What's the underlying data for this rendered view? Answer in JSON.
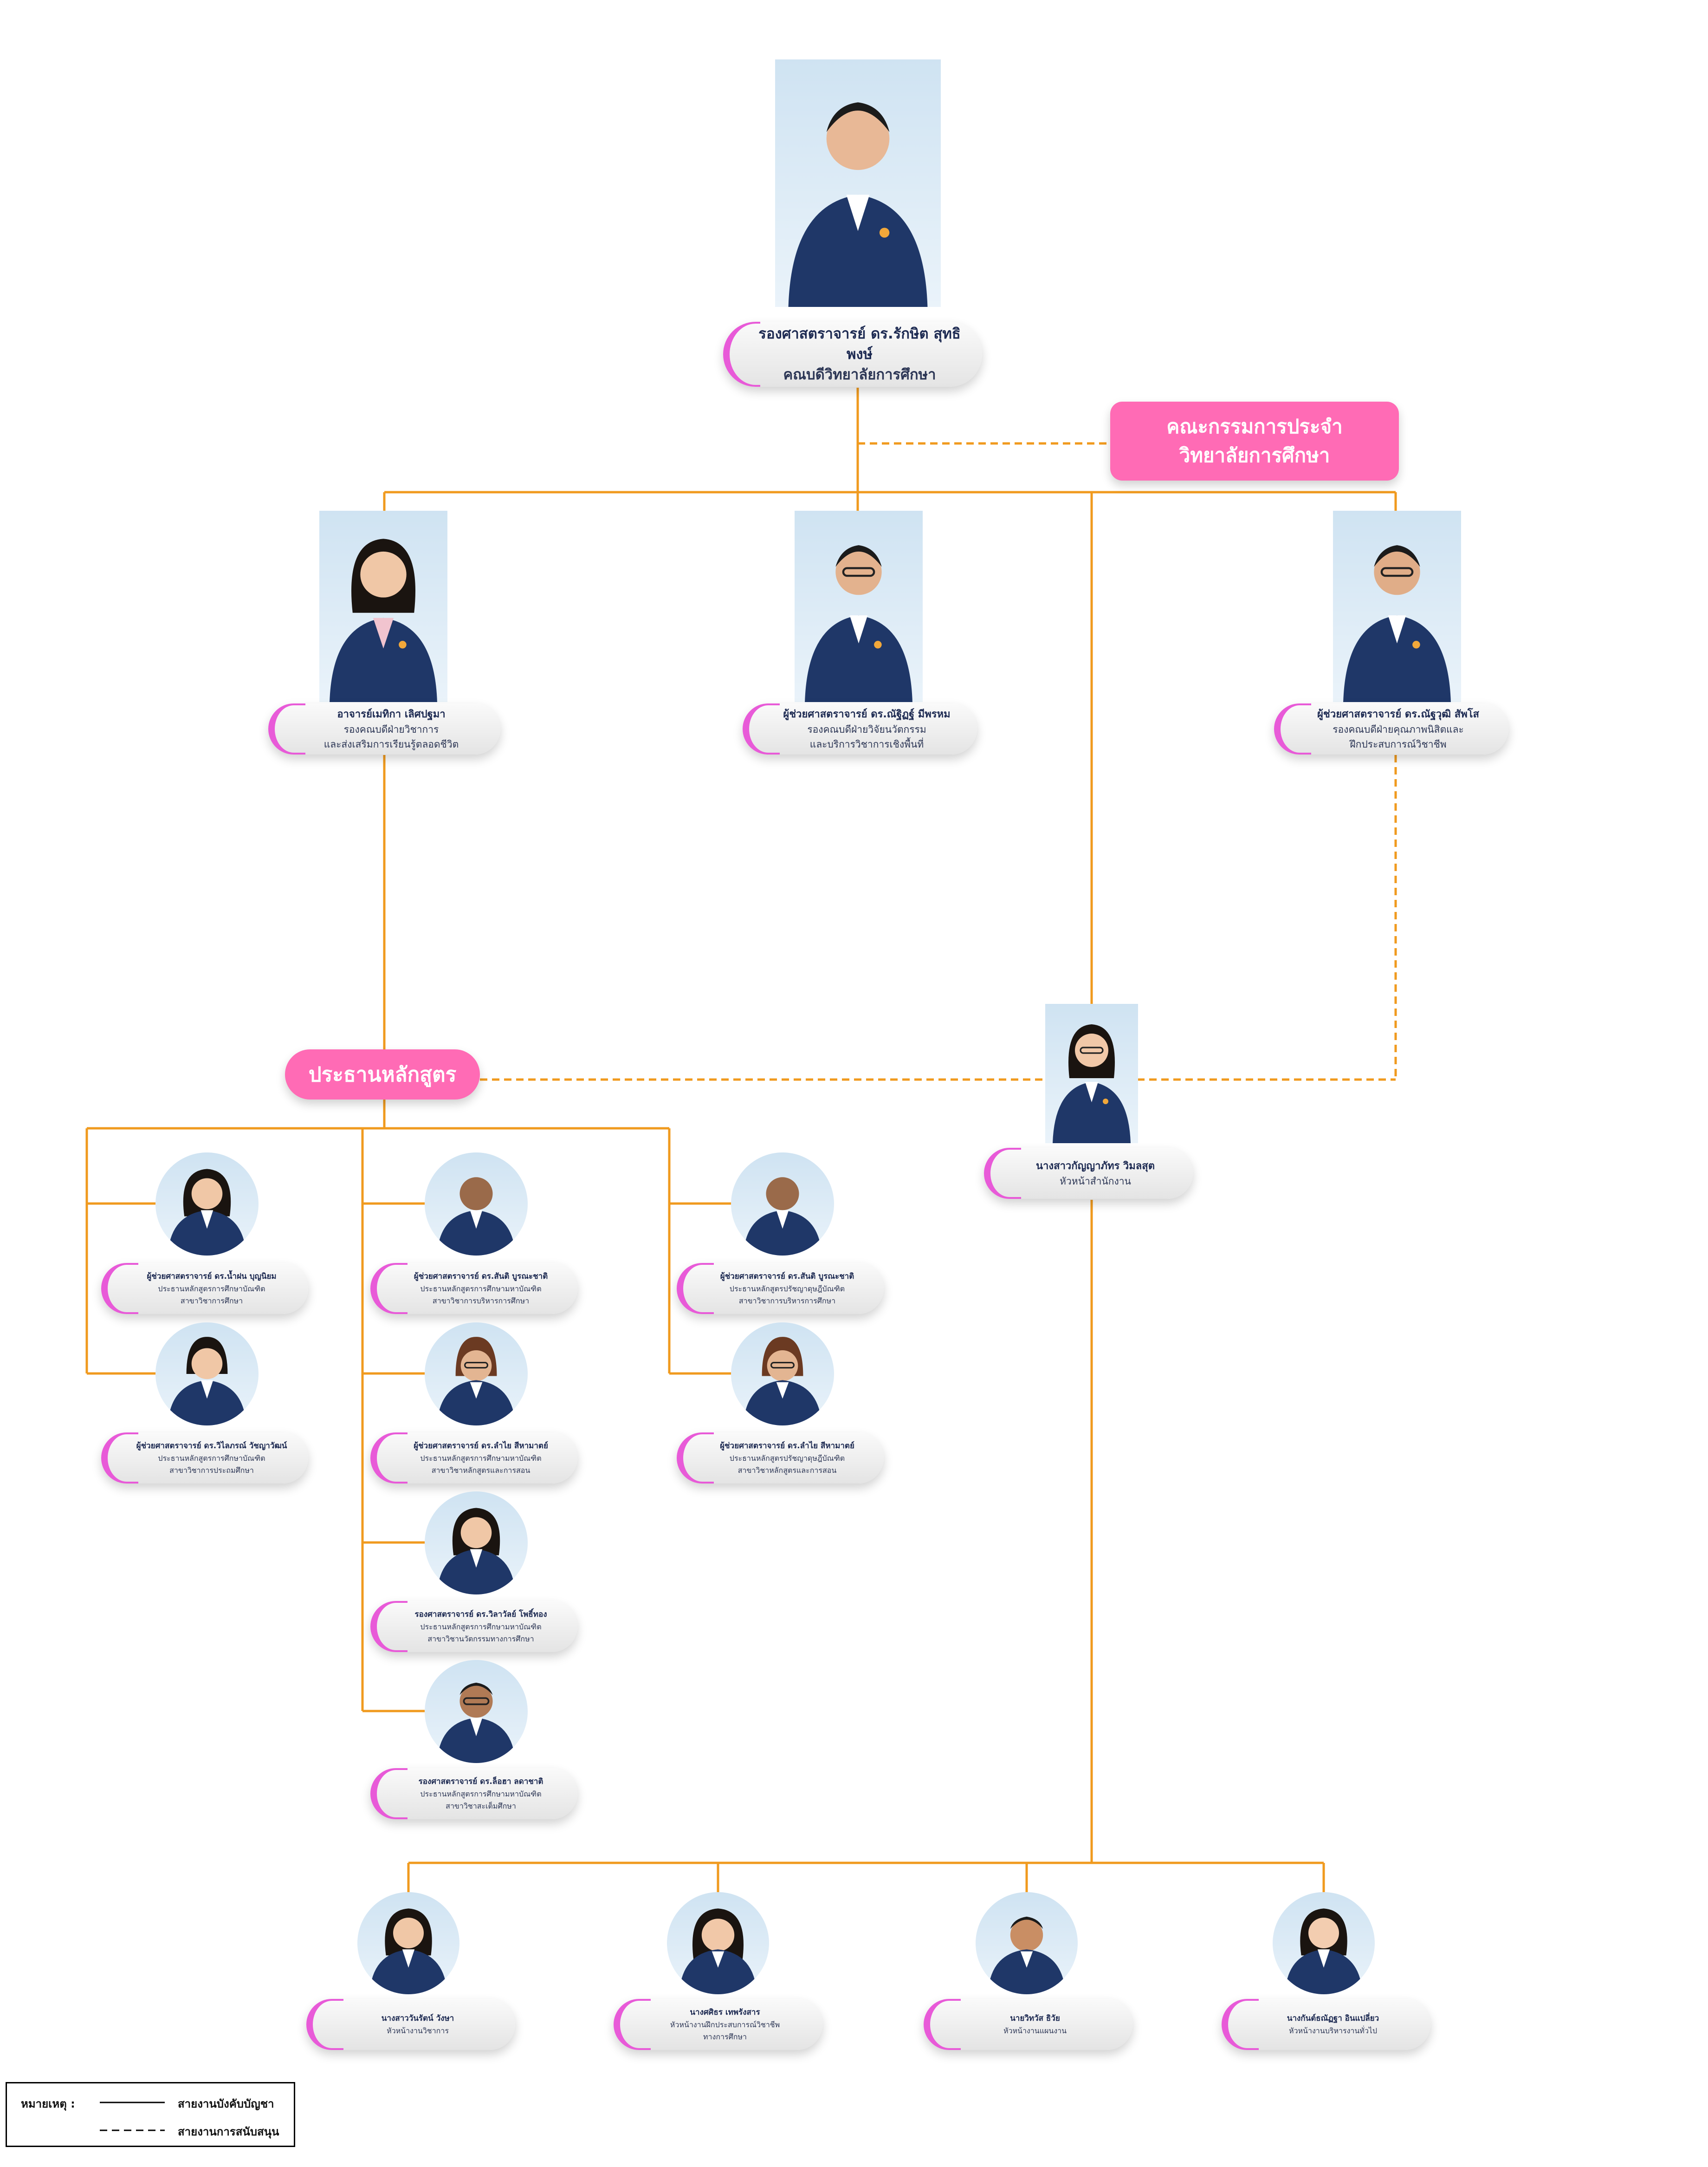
{
  "dean": {
    "name": "รองศาสตราจารย์ ดร.รักษิต สุทธิพงษ์",
    "position": "คณบดีวิทยาลัยการศึกษา"
  },
  "committee": {
    "line1": "คณะกรรมการประจำ",
    "line2": "วิทยาลัยการศึกษา"
  },
  "vice_deans": [
    {
      "name": "อาจารย์เมทิกา เลิศปฐมา",
      "pos1": "รองคณบดีฝ่ายวิชาการ",
      "pos2": "และส่งเสริมการเรียนรู้ตลอดชีวิต"
    },
    {
      "name": "ผู้ช่วยศาสตราจารย์ ดร.ณัฐิฏฐ์ มีพรหม",
      "pos1": "รองคณบดีฝ่ายวิจัยนวัตกรรม",
      "pos2": "และบริการวิชาการเชิงพื้นที่"
    },
    {
      "name": "ผู้ช่วยศาสตราจารย์ ดร.ณัฐวุฒิ สัพโส",
      "pos1": "รองคณบดีฝ่ายคุณภาพนิสิตและ",
      "pos2": "ฝึกประสบการณ์วิชาชีพ"
    }
  ],
  "chairs_label": "ประธานหลักสูตร",
  "office_head": {
    "name": "นางสาวกัญญาภัทร วิมลสุต",
    "position": "หัวหน้าสำนักงาน"
  },
  "chairs_col1": [
    {
      "name": "ผู้ช่วยศาสตราจารย์ ดร.น้ำฝน บุญนิยม",
      "pos1": "ประธานหลักสูตรการศึกษาบัณฑิต",
      "pos2": "สาขาวิชาการศึกษา"
    },
    {
      "name": "ผู้ช่วยศาสตราจารย์ ดร.วิไลภรณ์ วัชญาวัฒน์",
      "pos1": "ประธานหลักสูตรการศึกษาบัณฑิต",
      "pos2": "สาขาวิชาการประถมศึกษา"
    }
  ],
  "chairs_col2": [
    {
      "name": "ผู้ช่วยศาสตราจารย์ ดร.สันติ บูรณะชาติ",
      "pos1": "ประธานหลักสูตรการศึกษามหาบัณฑิต",
      "pos2": "สาขาวิชาการบริหารการศึกษา"
    },
    {
      "name": "ผู้ช่วยศาสตราจารย์ ดร.ลำไย สีหามาตย์",
      "pos1": "ประธานหลักสูตรการศึกษามหาบัณฑิต",
      "pos2": "สาขาวิชาหลักสูตรและการสอน"
    },
    {
      "name": "รองศาสตราจารย์ ดร.วิลาวัลย์ โพธิ์ทอง",
      "pos1": "ประธานหลักสูตรการศึกษามหาบัณฑิต",
      "pos2": "สาขาวิชานวัตกรรมทางการศึกษา"
    },
    {
      "name": "รองศาสตราจารย์ ดร.ล็อฮา ลดาชาติ",
      "pos1": "ประธานหลักสูตรการศึกษามหาบัณฑิต",
      "pos2": "สาขาวิชาสะเต็มศึกษา"
    }
  ],
  "chairs_col3": [
    {
      "name": "ผู้ช่วยศาสตราจารย์ ดร.สันติ บูรณะชาติ",
      "pos1": "ประธานหลักสูตรปรัชญาดุษฎีบัณฑิต",
      "pos2": "สาขาวิชาการบริหารการศึกษา"
    },
    {
      "name": "ผู้ช่วยศาสตราจารย์ ดร.ลำไย สีหามาตย์",
      "pos1": "ประธานหลักสูตรปรัชญาดุษฎีบัณฑิต",
      "pos2": "สาขาวิชาหลักสูตรและการสอน"
    }
  ],
  "staff": [
    {
      "name": "นางสาววันรัตน์ วังษา",
      "pos1": "หัวหน้างานวิชาการ",
      "pos2": ""
    },
    {
      "name": "นางศศิธร เทพรังสาร",
      "pos1": "หัวหน้างานฝึกประสบการณ์วิชาชีพ",
      "pos2": "ทางการศึกษา"
    },
    {
      "name": "นายวิทวัส ธิวัย",
      "pos1": "หัวหน้างานแผนงาน",
      "pos2": ""
    },
    {
      "name": "นางกันต์ธณัฏฐา อินแปลี่ยว",
      "pos1": "หัวหน้างานบริหารงานทั่วไป",
      "pos2": ""
    }
  ],
  "legend": {
    "title": "หมายเหตุ :",
    "solid": "สายงานบังคับบัญชา",
    "dashed": "สายงานการสนับสนุน"
  },
  "colors": {
    "line": "#f09a1e",
    "pink_pill": "#ff6bb5",
    "card_accent": "#e85ad8",
    "text": "#1d2a52"
  }
}
